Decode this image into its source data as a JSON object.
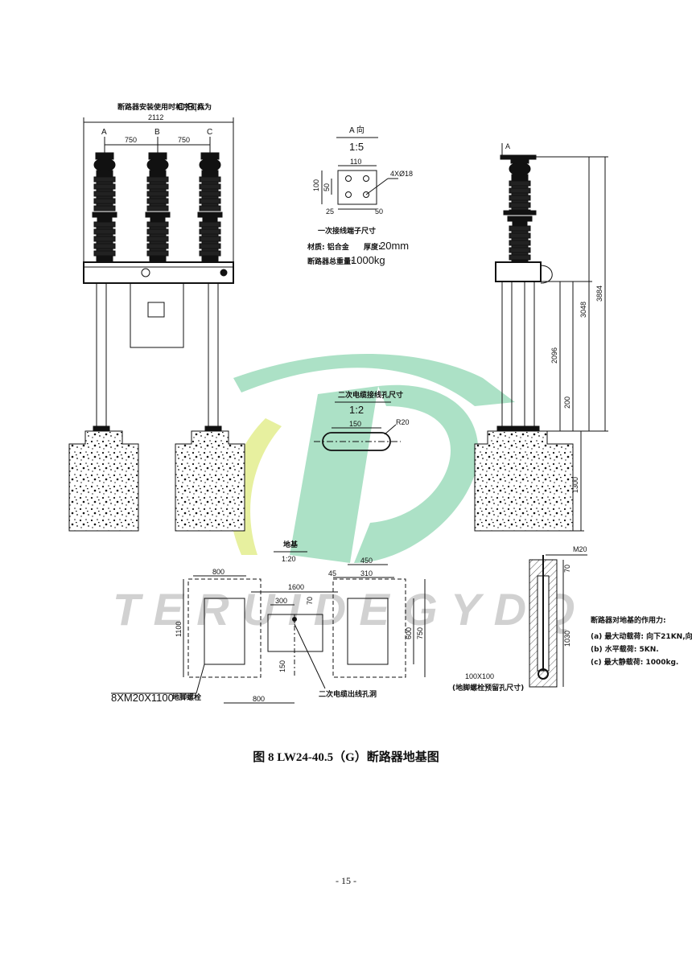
{
  "front_view": {
    "phase_order_note": "断路器安装使用时相序可标为",
    "phase_order": "C,B,A",
    "width_total": "2112",
    "phase_a": "A",
    "phase_b": "B",
    "phase_c": "C",
    "spacing_ab": "750",
    "spacing_bc": "750"
  },
  "terminal_detail": {
    "title": "A 向",
    "scale": "1:5",
    "dim_width": "110",
    "dim_height": "100",
    "dim_inner": "50",
    "dim_left": "25",
    "dim_bottom": "50",
    "holes": "4XØ18",
    "note_title": "一次接线端子尺寸",
    "material_label": "材质: 铝合金",
    "thickness_label": "厚度:",
    "thickness_value": "20mm",
    "weight_label": "断路器总重量:",
    "weight_value": "1000kg"
  },
  "cable_hole": {
    "title": "二次电缆接线孔尺寸",
    "scale": "1:2",
    "length": "150",
    "radius": "R20"
  },
  "side_view": {
    "view_label": "A",
    "h_total": "3884",
    "h_upper": "3048",
    "h_mid": "2096",
    "h_base": "200",
    "h_foundation": "1300"
  },
  "plan_view": {
    "title": "地基",
    "scale": "1:20",
    "dim_800_top": "800",
    "dim_1100": "1100",
    "dim_1600": "1600",
    "dim_300": "300",
    "dim_70": "70",
    "dim_150": "150",
    "dim_450": "450",
    "dim_45": "45",
    "dim_310": "310",
    "dim_600": "600",
    "dim_750": "750",
    "dim_800_bottom": "800",
    "anchor_bolts": "8XM20X1100",
    "anchor_note": "地脚螺栓",
    "cable_conduit_note": "二次电缆出线孔洞"
  },
  "bolt_detail": {
    "thread": "M20",
    "dim_70": "70",
    "dim_1030": "1030",
    "pocket": "100X100",
    "pocket_note": "(地脚螺栓预留孔尺寸)"
  },
  "loads": {
    "title": "断路器对地基的作用力:",
    "item_a": "(a) 最大动载荷: 向下21KN,向",
    "item_b": "(b) 水平载荷: 5KN.",
    "item_c": "(c) 最大静载荷: 1000kg."
  },
  "watermark": {
    "text": "TERUIDEGYDQ",
    "accent_green": "#a8dfc3",
    "accent_yellow": "#e6ef9a"
  },
  "caption": {
    "text": "图 8 LW24-40.5（G）断路器地基图"
  },
  "page_number": "- 15 -"
}
